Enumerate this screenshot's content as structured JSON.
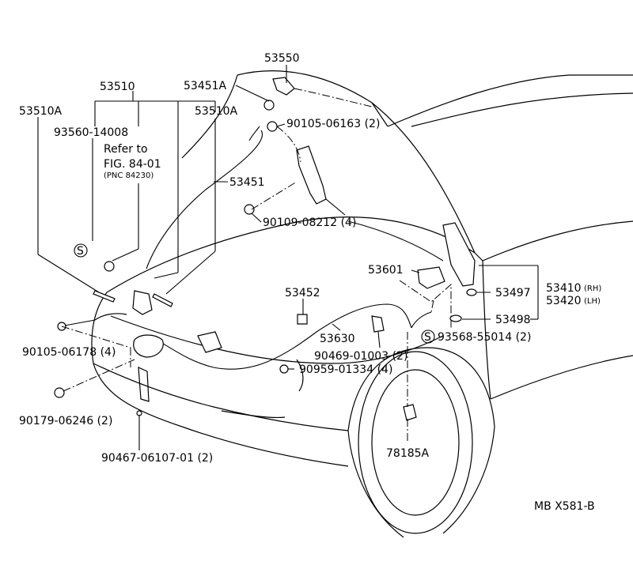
{
  "parts": {
    "p53550": "53550",
    "p53451a": "53451A",
    "p53510": "53510",
    "p53510a_l": "53510A",
    "p53510a_r": "53510A",
    "p93560": "93560-14008",
    "refer_to": "Refer to",
    "fig": "FIG. 84-01",
    "pnc": "(PNC 84230)",
    "p90105_06163": "90105-06163 (2)",
    "p53451": "53451",
    "p90109": "90109-08212 (4)",
    "s_mark": "S",
    "p53601": "53601",
    "p53497": "53497",
    "p53498": "53498",
    "p53410": "53410",
    "rh": "(RH)",
    "p53420": "53420",
    "lh": "(LH)",
    "p53452": "53452",
    "p53630": "53630",
    "p90469": "90469-01003 (2)",
    "p93568": "93568-55014 (2)",
    "p90105_06178": "90105-06178 (4)",
    "p90959": "90959-01334 (4)",
    "p90179": "90179-06246 (2)",
    "p90467": "90467-06107-01 (2)",
    "p78185a": "78185A",
    "diagram_code": "MB X581-B"
  }
}
